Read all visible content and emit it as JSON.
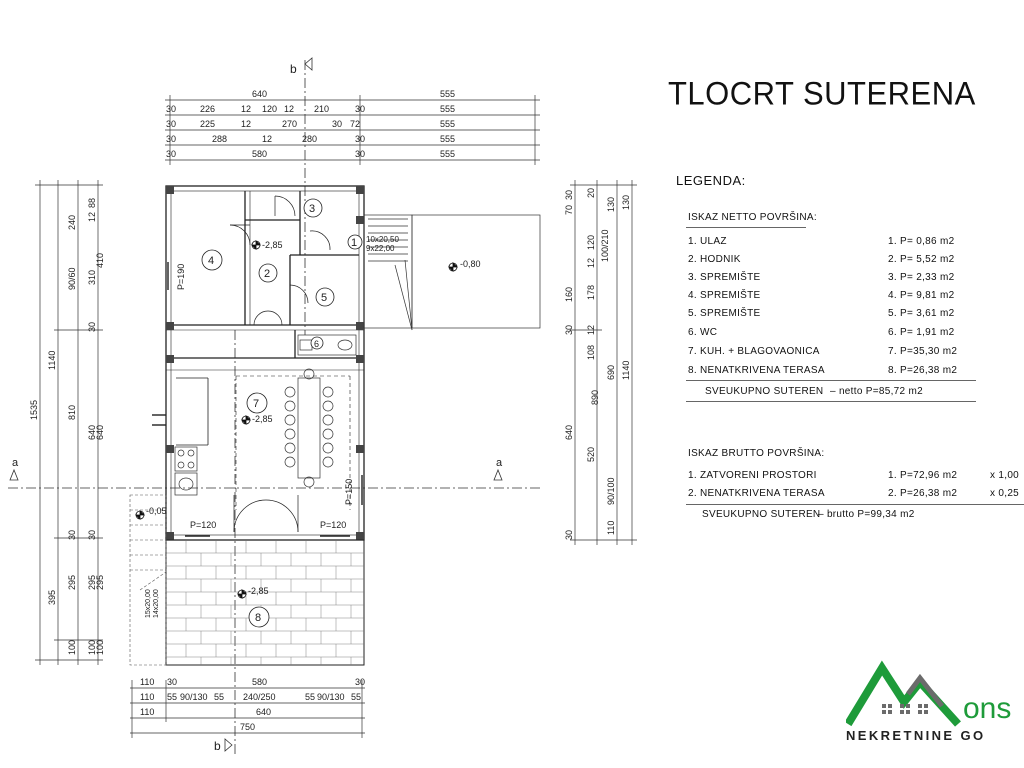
{
  "title": "TLOCRT SUTERENA",
  "legend_title": "LEGENDA:",
  "netto": {
    "heading": "ISKAZ NETTO POVRŠINA:",
    "rows": [
      {
        "name": "1. ULAZ",
        "area": "1. P= 0,86 m2"
      },
      {
        "name": "2. HODNIK",
        "area": "2. P= 5,52 m2"
      },
      {
        "name": "3. SPREMIŠTE",
        "area": "3. P= 2,33 m2"
      },
      {
        "name": "4. SPREMIŠTE",
        "area": "4. P= 9,81 m2"
      },
      {
        "name": "5. SPREMIŠTE",
        "area": "5. P= 3,61 m2"
      },
      {
        "name": "6. WC",
        "area": "6. P= 1,91 m2"
      },
      {
        "name": "7. KUH. + BLAGOVAONICA",
        "area": "7. P=35,30 m2"
      },
      {
        "name": "8. NENATKRIVENA TERASA",
        "area": "8. P=26,38 m2"
      }
    ],
    "total_label": "SVEUKUPNO SUTEREN",
    "total_value": "– netto  P=85,72 m2"
  },
  "brutto": {
    "heading": "ISKAZ BRUTTO POVRŠINA:",
    "rows": [
      {
        "name": "1. ZATVORENI PROSTORI",
        "area": "1. P=72,96 m2",
        "factor": "x 1,00"
      },
      {
        "name": "2. NENATKRIVENA TERASA",
        "area": "2. P=26,38 m2",
        "factor": "x 0,25"
      }
    ],
    "total_label": "SVEUKUPNO SUTEREN",
    "total_value": "– brutto    P=99,34 m2"
  },
  "plan": {
    "section_a": "a",
    "section_b": "b",
    "room_numbers": [
      "1",
      "2",
      "3",
      "4",
      "5",
      "6",
      "7",
      "8"
    ],
    "level_marks": [
      "-2,85",
      "-0,80",
      "-2,85",
      "-0,05",
      "-2,85"
    ],
    "window_labels": [
      "P=190",
      "P=120",
      "P=120",
      "P=150"
    ],
    "stair_labels": [
      "10x20,50",
      "9x22,00",
      "15x20,00",
      "14x20,00"
    ],
    "dims_top": [
      [
        "640",
        "555"
      ],
      [
        "30",
        "226",
        "12",
        "120",
        "12",
        "210",
        "30",
        "555"
      ],
      [
        "30",
        "225",
        "12",
        "270",
        "30",
        "72",
        "555"
      ],
      [
        "30",
        "288",
        "12",
        "280",
        "30",
        "555"
      ],
      [
        "30",
        "580",
        "30",
        "555"
      ]
    ],
    "dims_bottom": [
      [
        "110",
        "30",
        "580",
        "30"
      ],
      [
        "110",
        "55",
        "90/130",
        "55",
        "240/250",
        "55",
        "90/130",
        "55"
      ],
      [
        "110",
        "640"
      ],
      [
        "750"
      ]
    ],
    "dims_left": [
      "1535",
      "1140",
      "90/60",
      "240",
      "12",
      "88",
      "310",
      "30",
      "410",
      "810",
      "640",
      "640",
      "30",
      "30",
      "395",
      "295",
      "295",
      "295",
      "100",
      "100",
      "100"
    ],
    "dims_right": [
      "1140",
      "690",
      "890",
      "520",
      "640",
      "130",
      "120",
      "12",
      "178",
      "160",
      "108",
      "30",
      "12",
      "90/100",
      "110",
      "130",
      "100/210",
      "30",
      "70",
      "30",
      "20"
    ]
  },
  "logo": {
    "brand": "ons",
    "tagline": "NEKRETNINE GO"
  },
  "colors": {
    "logo_green": "#1e9b3a",
    "logo_gray": "#6b6b6b",
    "line": "#222222"
  }
}
